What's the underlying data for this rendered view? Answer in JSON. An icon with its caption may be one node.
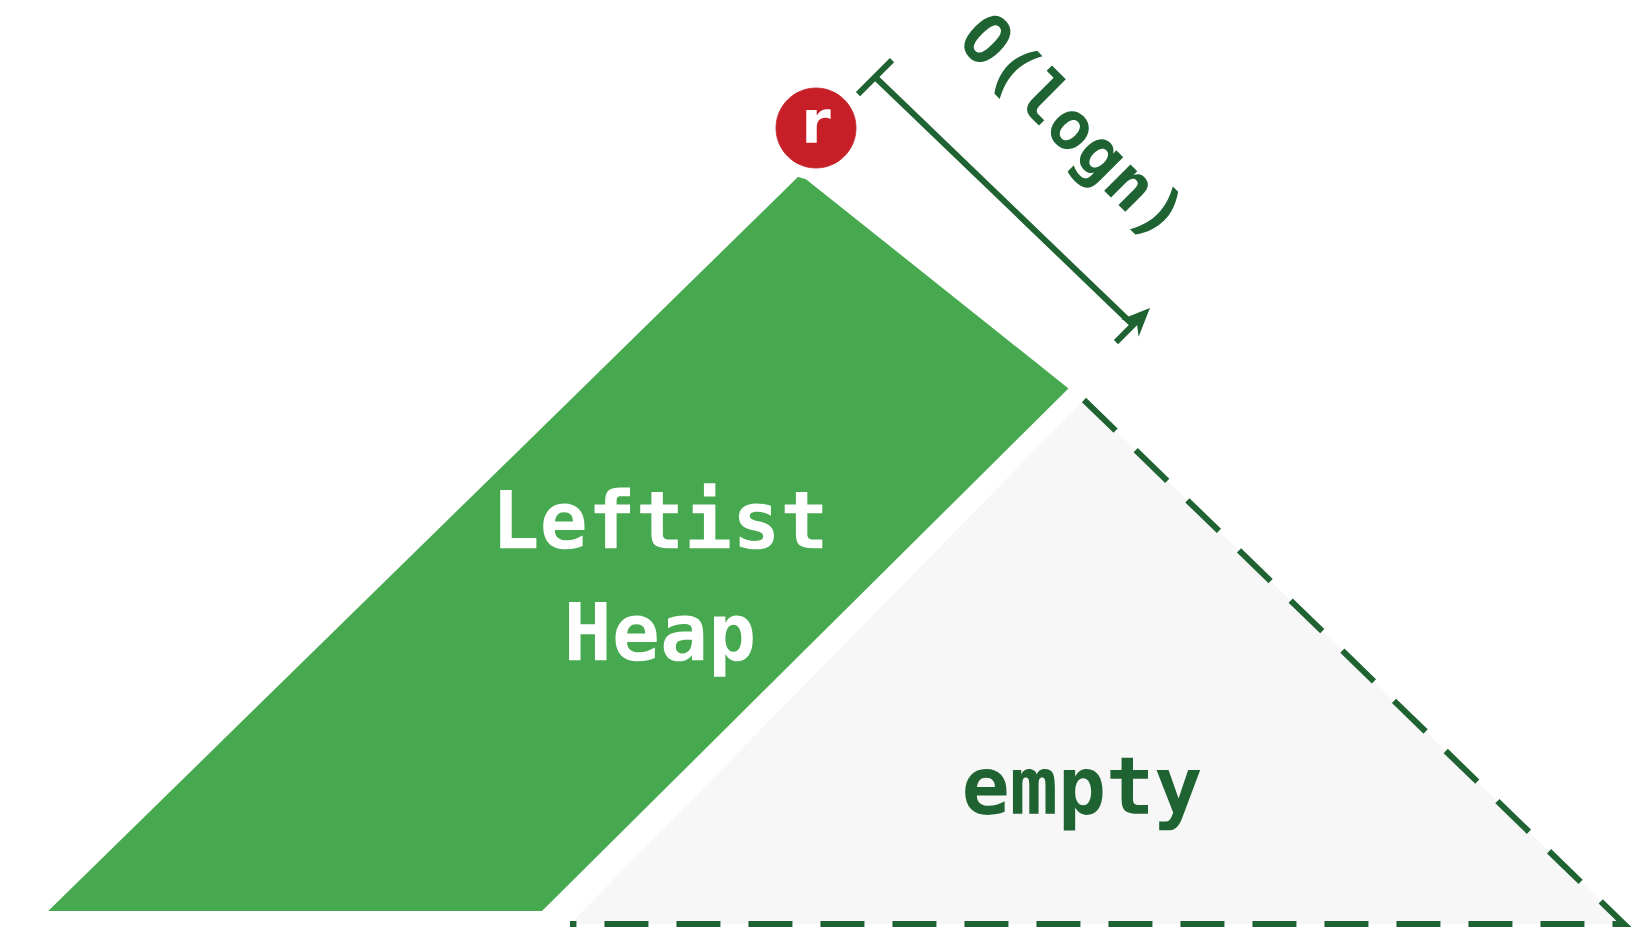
{
  "diagram": {
    "nodes": [
      {
        "text": [
          "r"
        ]
      },
      {
        "text": [
          "Leftist Heap"
        ]
      },
      {
        "text": [
          "empty"
        ]
      }
    ],
    "labels": [
      "O(logn)"
    ]
  }
}
